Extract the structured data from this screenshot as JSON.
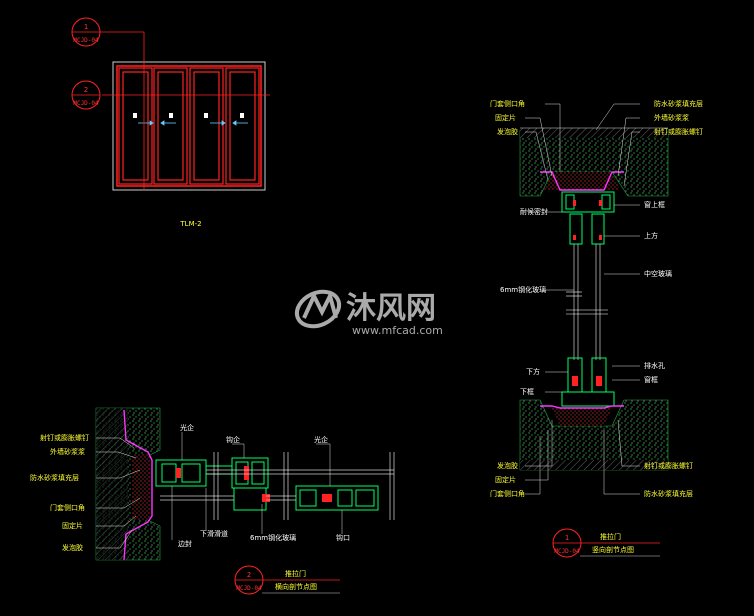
{
  "elevation": {
    "label": "TLM-2",
    "callouts": [
      {
        "num": "1",
        "ref": "MCJD-04"
      },
      {
        "num": "2",
        "ref": "MCJD-04"
      }
    ]
  },
  "section_vertical": {
    "labels_left_top": [
      "门套侧口角",
      "固定片",
      "发泡胶"
    ],
    "labels_right_top": [
      "防水砂浆填充层",
      "外墙砂浆浆",
      "射钉或膨胀螺钉"
    ],
    "labels_mid": [
      "耐候密封",
      "窗上框",
      "上方",
      "中空玻璃",
      "6mm钢化玻璃",
      "下方",
      "下框",
      "排水孔",
      "窗框"
    ],
    "labels_left_bottom": [
      "发泡胶",
      "固定片",
      "门套侧口角"
    ],
    "labels_right_bottom": [
      "射钉或膨胀螺钉",
      "防水砂浆填充层"
    ],
    "title": {
      "num": "1",
      "ref": "MCJD-04",
      "line1": "推拉门",
      "line2": "竖向剖节点图"
    }
  },
  "section_horizontal": {
    "labels_left": [
      "射钉或膨胀螺钉",
      "外墙砂浆浆",
      "防水砂浆填充层",
      "门套侧口角",
      "固定片",
      "发泡胶"
    ],
    "labels_top": [
      "光企",
      "钩企",
      "光企"
    ],
    "labels_bottom": [
      "边封",
      "下滑滑道",
      "6mm钢化玻璃",
      "钩口"
    ],
    "title": {
      "num": "2",
      "ref": "MCJD-04",
      "line1": "推拉门",
      "line2": "横向剖节点图"
    }
  },
  "watermark": {
    "cn": "沐风网",
    "en": "www.mfcad.com"
  },
  "colors": {
    "background": "#000000",
    "frame": "#ff2222",
    "profile": "#00ff66",
    "magenta": "#ff33ff",
    "text": "#ffff33",
    "leader": "#dddddd",
    "hatch": "#22aa44"
  }
}
